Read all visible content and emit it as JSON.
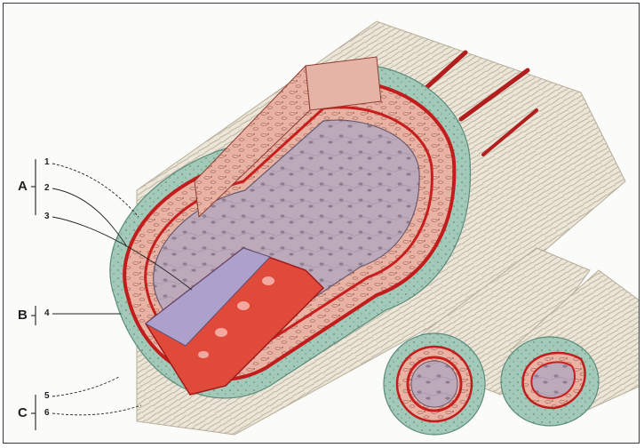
{
  "layers": {
    "A": "A",
    "B": "B",
    "C": "C"
  },
  "markers": [
    "1",
    "2",
    "3",
    "4",
    "5",
    "6"
  ],
  "colors": {
    "adventitia": "#e8e2d3",
    "outer_band": "#9ec5b5",
    "media": "#e7aa9a",
    "elastic_lamina": "#c81e1e",
    "lumen": "#b5a3b8",
    "endothelium": "#aa9fc6"
  }
}
